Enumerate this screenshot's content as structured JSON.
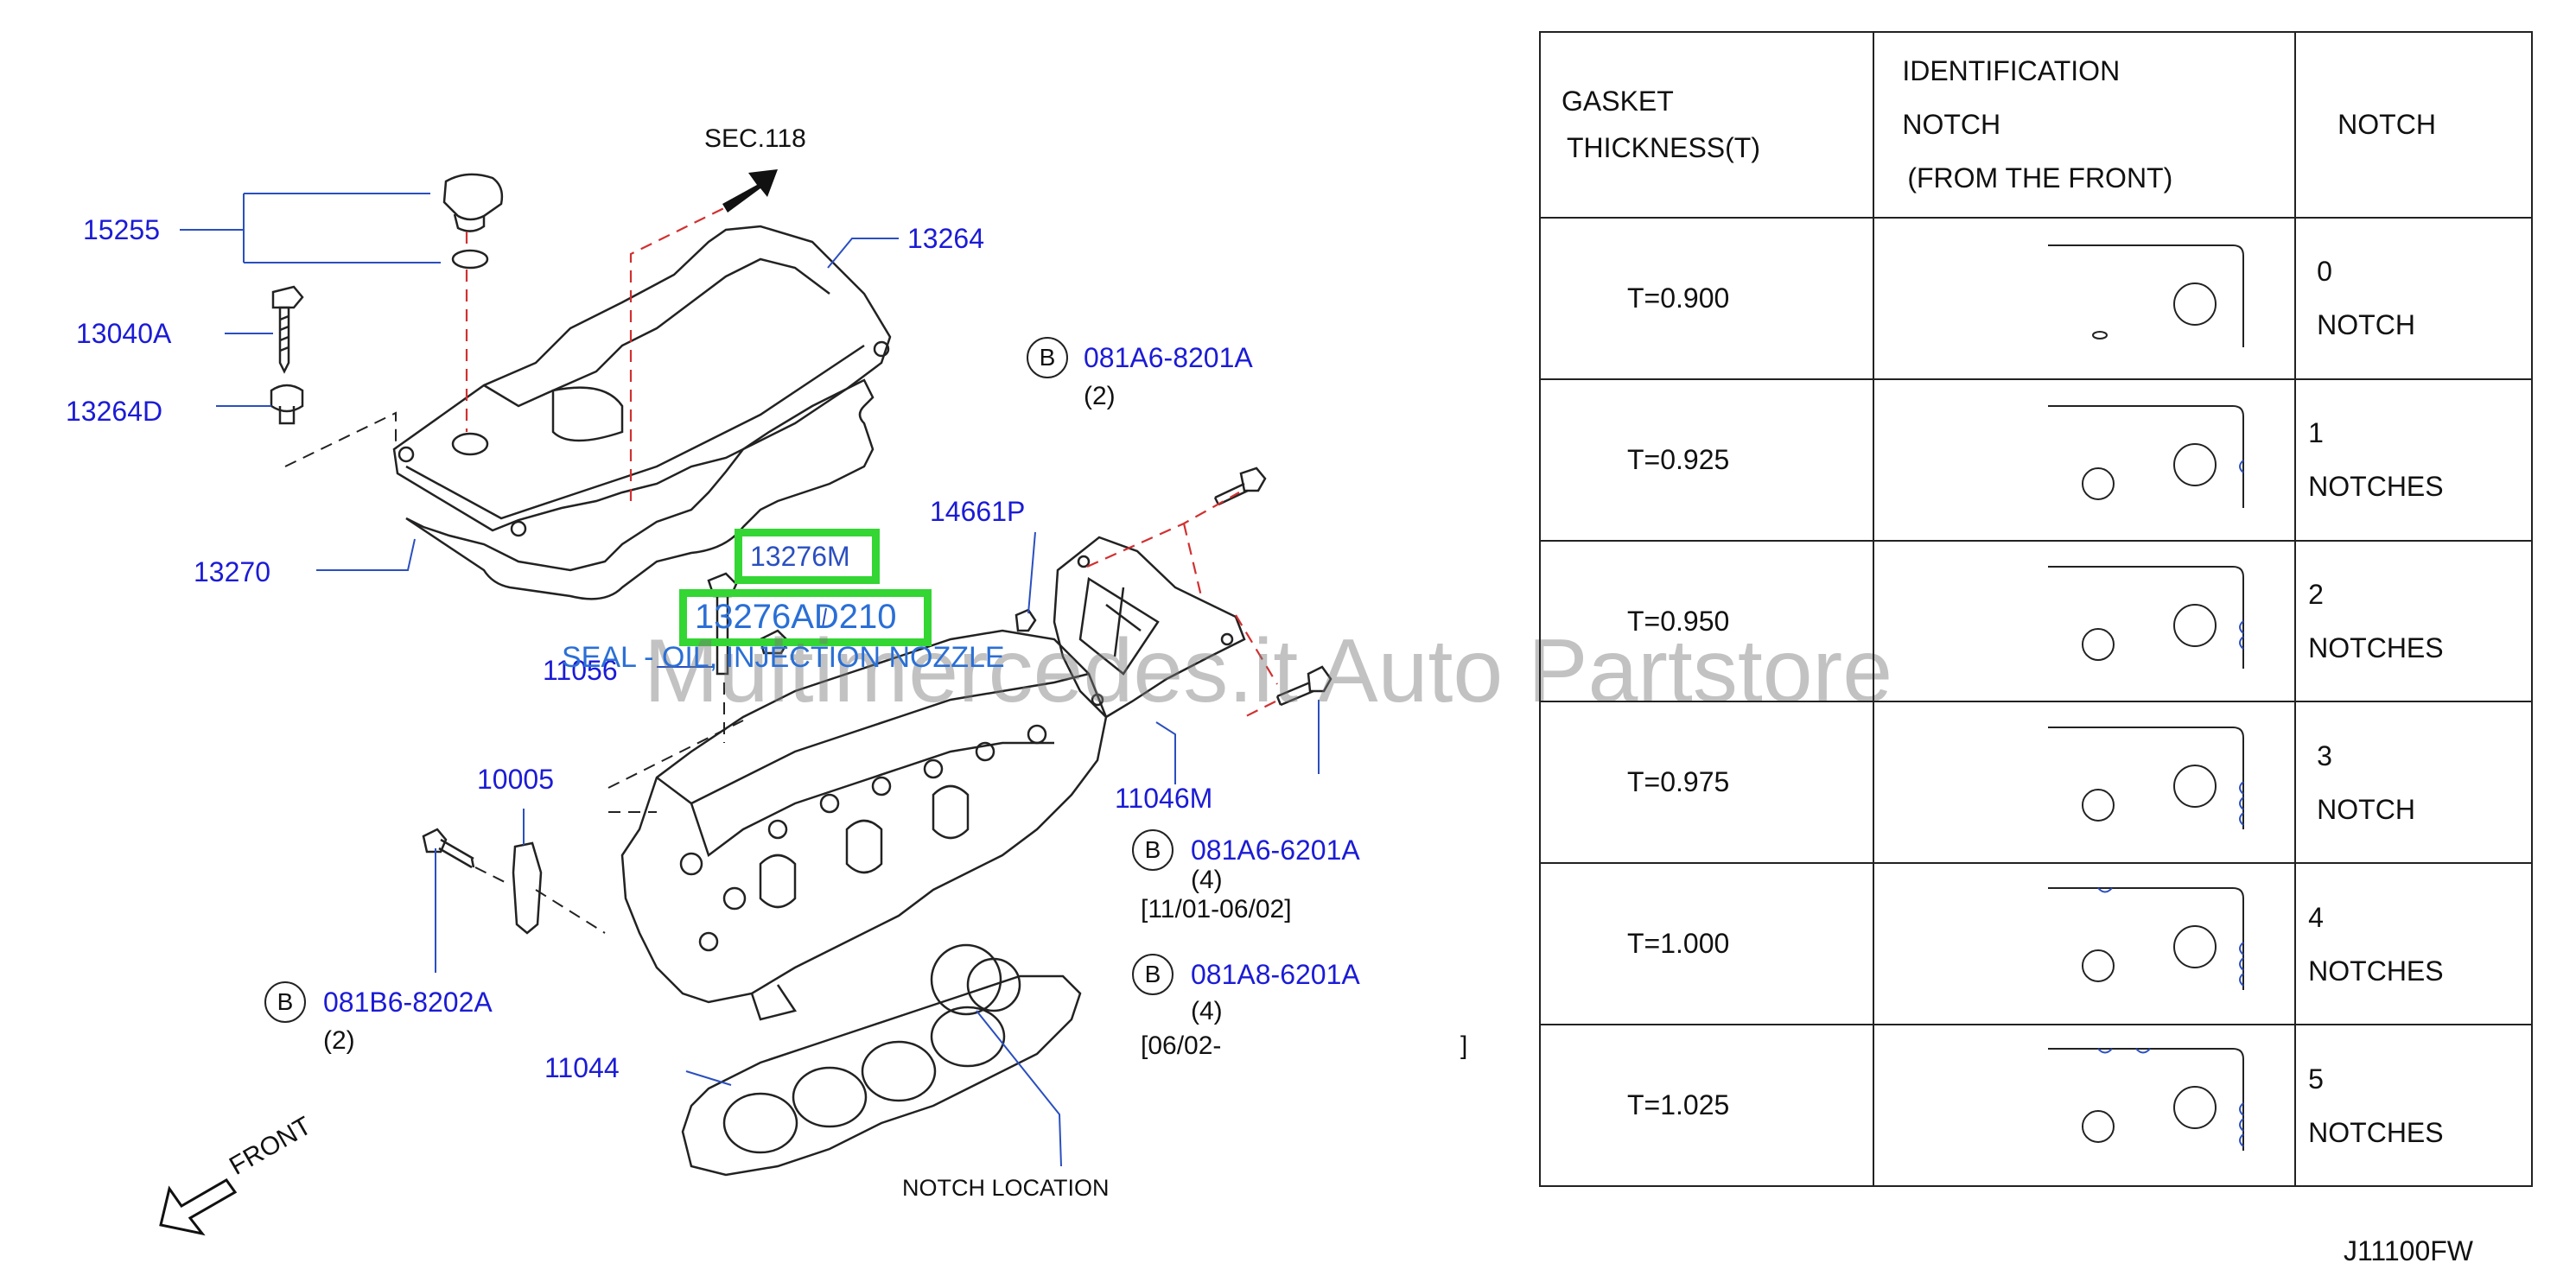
{
  "diagram": {
    "section_ref": "SEC.118",
    "front_label": "FRONT",
    "notch_location_label": "NOTCH   LOCATION",
    "watermark": "Multimercedes.it Auto Partstore",
    "seal_label": "SEAL - OIL, INJECTION NOZZLE",
    "diagram_code": "J11100FW",
    "parts": {
      "p15255": "15255",
      "p13040A": "13040A",
      "p13264D": "13264D",
      "p13264": "13264",
      "p13270": "13270",
      "p13276M": "13276M",
      "p13276AD210": "13276AD210",
      "p11056": "11056",
      "p14661P": "14661P",
      "p11046M": "11046M",
      "p10005": "10005",
      "p11044": "11044",
      "b1": "081A6-8201A",
      "b1_qty": "(2)",
      "b2": "081A6-6201A",
      "b2_qty": "(4)",
      "b2_range": "[11/01-06/02]",
      "b3": "081A8-6201A",
      "b3_qty": "(4)",
      "b3_range_start": "[06/02-",
      "b3_range_end": "]",
      "b4": "081B6-8202A",
      "b4_qty": "(2)",
      "b_marker": "B"
    }
  },
  "gasket_table": {
    "headers": {
      "col1_line1": "GASKET",
      "col1_line2": "THICKNESS(T)",
      "col2_line1": "IDENTIFICATION",
      "col2_line2": "NOTCH",
      "col2_line3": "(FROM  THE  FRONT)",
      "col3": "NOTCH"
    },
    "rows": [
      {
        "thickness": "T=0.900",
        "count": "0",
        "word": "NOTCH",
        "notches": 0
      },
      {
        "thickness": "T=0.925",
        "count": "1",
        "word": "NOTCHES",
        "notches": 1
      },
      {
        "thickness": "T=0.950",
        "count": "2",
        "word": "NOTCHES",
        "notches": 2
      },
      {
        "thickness": "T=0.975",
        "count": "3",
        "word": "NOTCH",
        "notches": 3
      },
      {
        "thickness": "T=1.000",
        "count": "4",
        "word": "NOTCHES",
        "notches": 4
      },
      {
        "thickness": "T=1.025",
        "count": "5",
        "word": "NOTCHES",
        "notches": 5
      }
    ]
  },
  "colors": {
    "part_number": "#1b1bd6",
    "highlight": "#33d633",
    "leader_blue": "#2a4fc0",
    "dash_red": "#d23030",
    "notch_blue": "#2a4fc0"
  }
}
